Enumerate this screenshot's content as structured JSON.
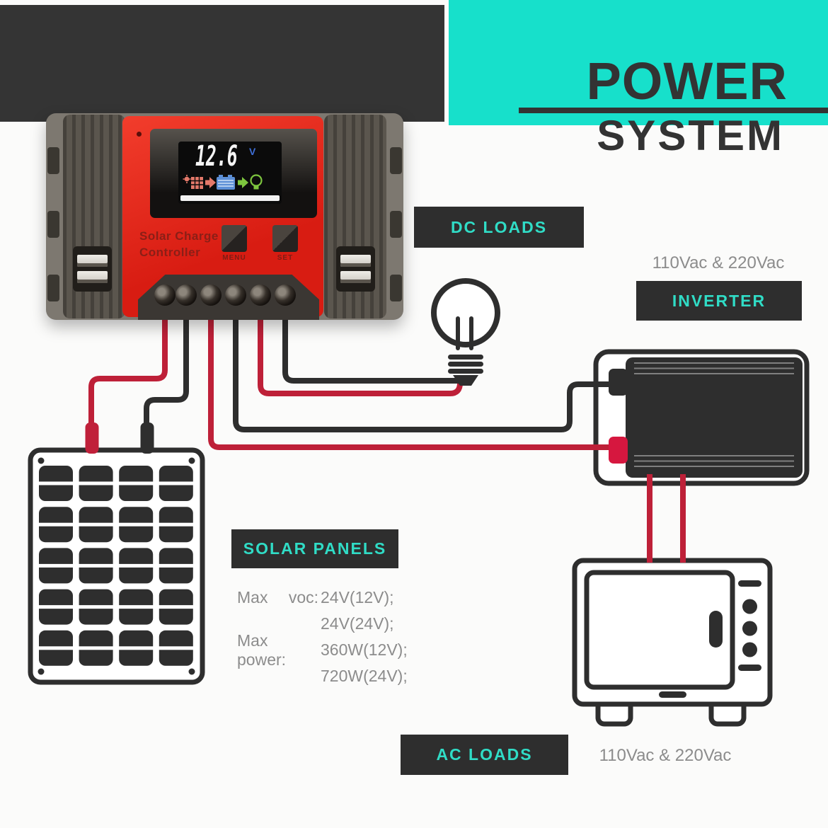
{
  "title": {
    "line1": "POWER",
    "line2": "SYSTEM"
  },
  "labels": {
    "dc_loads": "DC LOADS",
    "inverter": "INVERTER",
    "solar_panels": "SOLAR PANELS",
    "ac_loads": "AC LOADS"
  },
  "annotations": {
    "inverter_voltage": "110Vac & 220Vac",
    "ac_voltage": "110Vac & 220Vac"
  },
  "controller": {
    "brand_line1": "Solar Charge",
    "brand_line2": "Controller",
    "display_value": "12.6",
    "display_unit": "V",
    "buttons": [
      {
        "label": "MENU"
      },
      {
        "label": "SET"
      }
    ],
    "lcd_icons": [
      "sun-icon",
      "solar-panel-icon",
      "arrow-right-icon",
      "battery-icon",
      "arrow-right-icon",
      "bulb-icon"
    ]
  },
  "specs": {
    "rows": [
      {
        "label_left": "Max",
        "label_right": "voc:",
        "value": "24V(12V);"
      },
      {
        "label_left": "",
        "label_right": "",
        "value": "24V(24V);"
      },
      {
        "label_left": "Max power:",
        "label_right": "",
        "value": "360W(12V);"
      },
      {
        "label_left": "",
        "label_right": "",
        "value": "720W(24V);"
      }
    ]
  },
  "colors": {
    "teal_block": "#17E0CB",
    "teal_text": "#30DCC6",
    "dark_block": "#343434",
    "label_box_bg": "#2e2e2e",
    "gray_text": "#8c8c8c",
    "wire_red": "#be2038",
    "wire_black": "#2e2e2e",
    "controller_red": "#e02a1e",
    "plug_red": "#d6173f"
  }
}
